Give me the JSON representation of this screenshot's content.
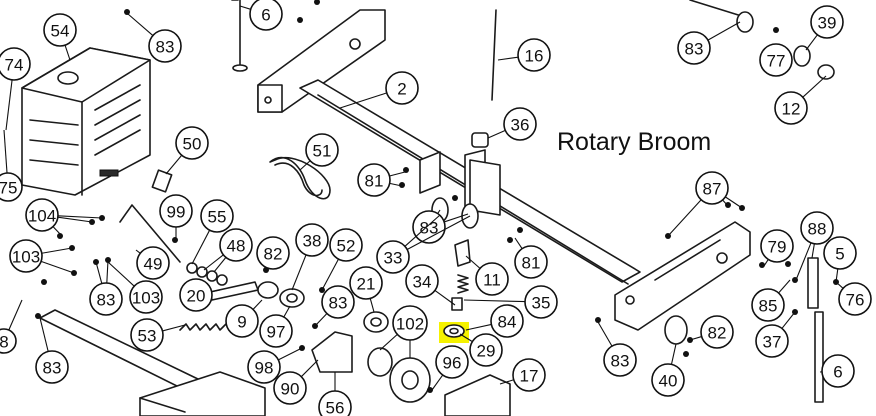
{
  "title": "Rotary Broom",
  "highlight_color": "#f5f200",
  "callouts": [
    {
      "id": "c6a",
      "label": "6"
    },
    {
      "id": "c83a",
      "label": "83"
    },
    {
      "id": "c54",
      "label": "54"
    },
    {
      "id": "c74",
      "label": "74"
    },
    {
      "id": "c75",
      "label": "75"
    },
    {
      "id": "c2",
      "label": "2"
    },
    {
      "id": "c16",
      "label": "16"
    },
    {
      "id": "c36",
      "label": "36"
    },
    {
      "id": "c83b",
      "label": "83"
    },
    {
      "id": "c39",
      "label": "39"
    },
    {
      "id": "c77",
      "label": "77"
    },
    {
      "id": "c12",
      "label": "12"
    },
    {
      "id": "c50",
      "label": "50"
    },
    {
      "id": "c51",
      "label": "51"
    },
    {
      "id": "c81a",
      "label": "81"
    },
    {
      "id": "c87",
      "label": "87"
    },
    {
      "id": "c104",
      "label": "104"
    },
    {
      "id": "c99",
      "label": "99"
    },
    {
      "id": "c55",
      "label": "55"
    },
    {
      "id": "c48",
      "label": "48"
    },
    {
      "id": "c103a",
      "label": "103"
    },
    {
      "id": "c49",
      "label": "49"
    },
    {
      "id": "c82a",
      "label": "82"
    },
    {
      "id": "c38",
      "label": "38"
    },
    {
      "id": "c52",
      "label": "52"
    },
    {
      "id": "c83c",
      "label": "83"
    },
    {
      "id": "c33",
      "label": "33"
    },
    {
      "id": "c11",
      "label": "11"
    },
    {
      "id": "c81b",
      "label": "81"
    },
    {
      "id": "c88",
      "label": "88"
    },
    {
      "id": "c79",
      "label": "79"
    },
    {
      "id": "c5",
      "label": "5"
    },
    {
      "id": "c83d",
      "label": "83"
    },
    {
      "id": "c103b",
      "label": "103"
    },
    {
      "id": "c20",
      "label": "20"
    },
    {
      "id": "c21",
      "label": "21"
    },
    {
      "id": "c34",
      "label": "34"
    },
    {
      "id": "c35",
      "label": "35"
    },
    {
      "id": "c85",
      "label": "85"
    },
    {
      "id": "c76",
      "label": "76"
    },
    {
      "id": "c8",
      "label": "8"
    },
    {
      "id": "c53",
      "label": "53"
    },
    {
      "id": "c9",
      "label": "9"
    },
    {
      "id": "c97",
      "label": "97"
    },
    {
      "id": "c83e",
      "label": "83"
    },
    {
      "id": "c102",
      "label": "102"
    },
    {
      "id": "c84",
      "label": "84"
    },
    {
      "id": "c82b",
      "label": "82"
    },
    {
      "id": "c37",
      "label": "37"
    },
    {
      "id": "c83f",
      "label": "83"
    },
    {
      "id": "c29",
      "label": "29"
    },
    {
      "id": "c98",
      "label": "98"
    },
    {
      "id": "c96",
      "label": "96"
    },
    {
      "id": "c40",
      "label": "40"
    },
    {
      "id": "c6b",
      "label": "6"
    },
    {
      "id": "c90",
      "label": "90"
    },
    {
      "id": "c17",
      "label": "17"
    },
    {
      "id": "c83g",
      "label": "83"
    },
    {
      "id": "c56",
      "label": "56"
    }
  ]
}
